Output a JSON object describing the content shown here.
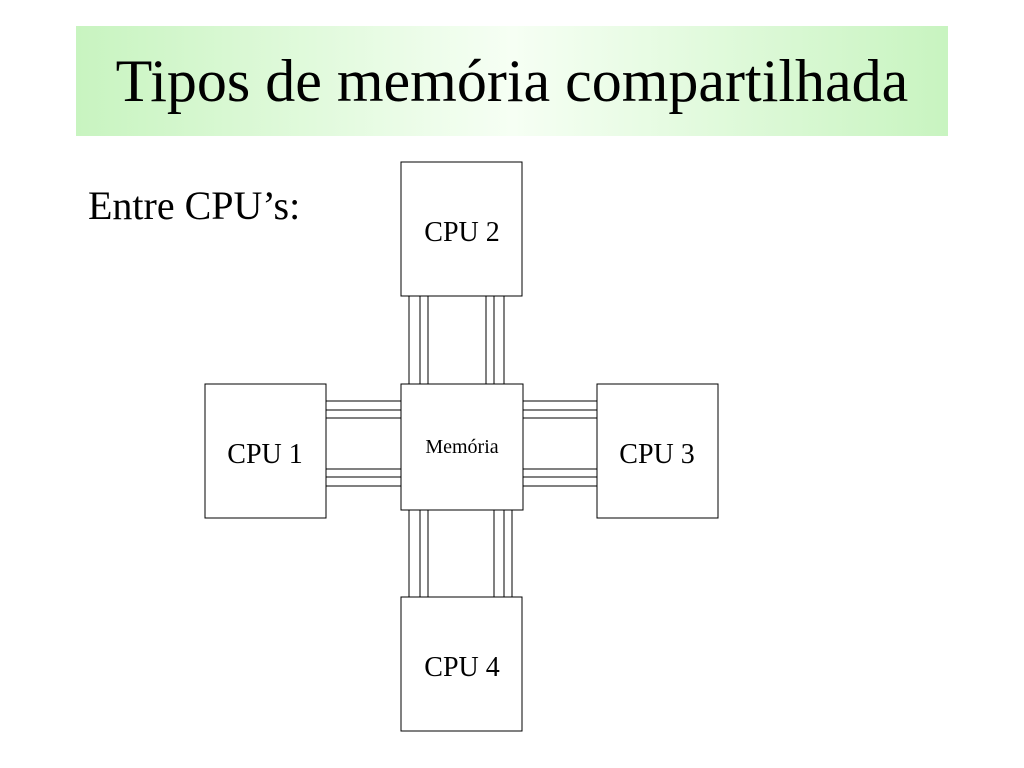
{
  "slide": {
    "title": "Tipos de memória compartilhada",
    "subtitle": "Entre CPU’s:"
  },
  "diagram": {
    "center": {
      "label": "Memória"
    },
    "nodes": [
      {
        "id": "cpu1",
        "label": "CPU 1"
      },
      {
        "id": "cpu2",
        "label": "CPU 2"
      },
      {
        "id": "cpu3",
        "label": "CPU 3"
      },
      {
        "id": "cpu4",
        "label": "CPU 4"
      }
    ],
    "colors": {
      "title_band_edge": "#c8f4c0",
      "title_band_center": "#f6fff4",
      "line": "#000000"
    }
  }
}
